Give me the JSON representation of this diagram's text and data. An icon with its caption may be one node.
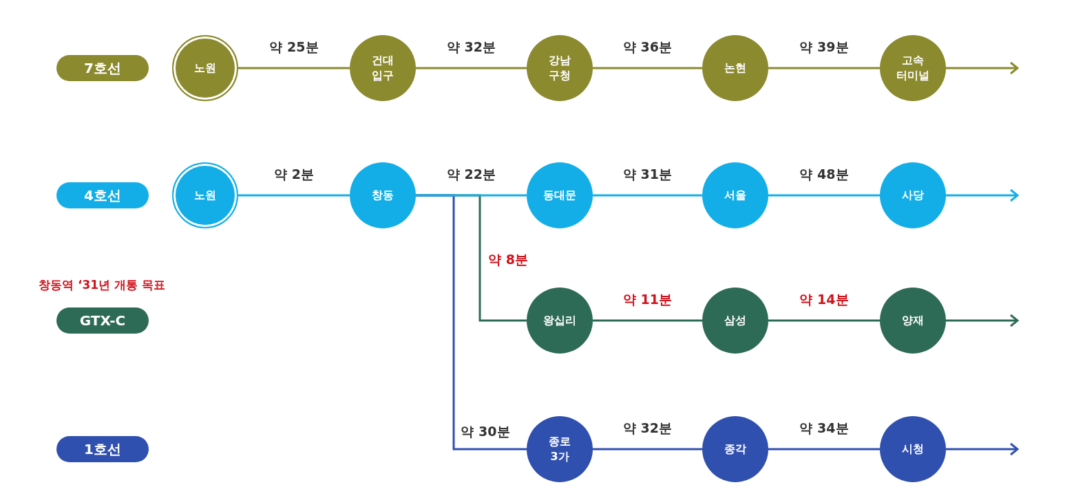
{
  "diagram": {
    "nodes": [
      {
        "text": [
          "7호선"
        ]
      },
      {
        "text": [
          "노원"
        ]
      },
      {
        "text": [
          "건대 입구"
        ]
      },
      {
        "text": [
          "강남 구청"
        ]
      },
      {
        "text": [
          "논현"
        ]
      },
      {
        "text": [
          "고속 터미널"
        ]
      },
      {
        "text": [
          "4호선"
        ]
      },
      {
        "text": [
          "노원"
        ]
      },
      {
        "text": [
          "창동"
        ]
      },
      {
        "text": [
          "동대문"
        ]
      },
      {
        "text": [
          "서울"
        ]
      },
      {
        "text": [
          "사당"
        ]
      },
      {
        "text": [
          "GTX-C"
        ],
        "beside": [
          "창동역 ‘31년 개통 목표"
        ]
      },
      {
        "text": [
          "왕십리"
        ]
      },
      {
        "text": [
          "삼성"
        ]
      },
      {
        "text": [
          "양재"
        ]
      },
      {
        "text": [
          "1호선"
        ]
      },
      {
        "text": [
          "종로 3가"
        ]
      },
      {
        "text": [
          "종각"
        ]
      },
      {
        "text": [
          "시청"
        ]
      }
    ],
    "edges": [
      {
        "from": 1,
        "to": 2,
        "arrow": "none",
        "label": "약 25분",
        "color": "#8c8a2e"
      },
      {
        "from": 2,
        "to": 3,
        "arrow": "none",
        "label": "약 32분",
        "color": "#8c8a2e"
      },
      {
        "from": 3,
        "to": 4,
        "arrow": "none",
        "label": "약 36분",
        "color": "#8c8a2e"
      },
      {
        "from": 4,
        "to": 5,
        "arrow": "none",
        "label": "약 39분",
        "color": "#8c8a2e"
      },
      {
        "from": 5,
        "to": null,
        "arrow": "to",
        "color": "#8c8a2e"
      },
      {
        "from": 7,
        "to": 8,
        "arrow": "none",
        "label": "약 2분",
        "color": "#13aee8"
      },
      {
        "from": 8,
        "to": 9,
        "arrow": "none",
        "label": "약 22분",
        "color": "#13aee8"
      },
      {
        "from": 9,
        "to": 10,
        "arrow": "none",
        "label": "약 31분",
        "color": "#13aee8"
      },
      {
        "from": 10,
        "to": 11,
        "arrow": "none",
        "label": "약 48분",
        "color": "#13aee8"
      },
      {
        "from": 11,
        "to": null,
        "arrow": "to",
        "color": "#13aee8"
      },
      {
        "from": 8,
        "to": 13,
        "arrow": "none",
        "label": "약 8분",
        "color": "#2e6b57"
      },
      {
        "from": 13,
        "to": 14,
        "arrow": "none",
        "label": "약 11분",
        "color": "#2e6b57"
      },
      {
        "from": 14,
        "to": 15,
        "arrow": "none",
        "label": "약 14분",
        "color": "#2e6b57"
      },
      {
        "from": 15,
        "to": null,
        "arrow": "to",
        "color": "#2e6b57"
      },
      {
        "from": 8,
        "to": 17,
        "arrow": "none",
        "label": "약 30분",
        "color": "#3050b0"
      },
      {
        "from": 17,
        "to": 18,
        "arrow": "none",
        "label": "약 32분",
        "color": "#3050b0"
      },
      {
        "from": 18,
        "to": 19,
        "arrow": "none",
        "label": "약 34분",
        "color": "#3050b0"
      },
      {
        "from": 19,
        "to": null,
        "arrow": "to",
        "color": "#3050b0"
      }
    ]
  }
}
